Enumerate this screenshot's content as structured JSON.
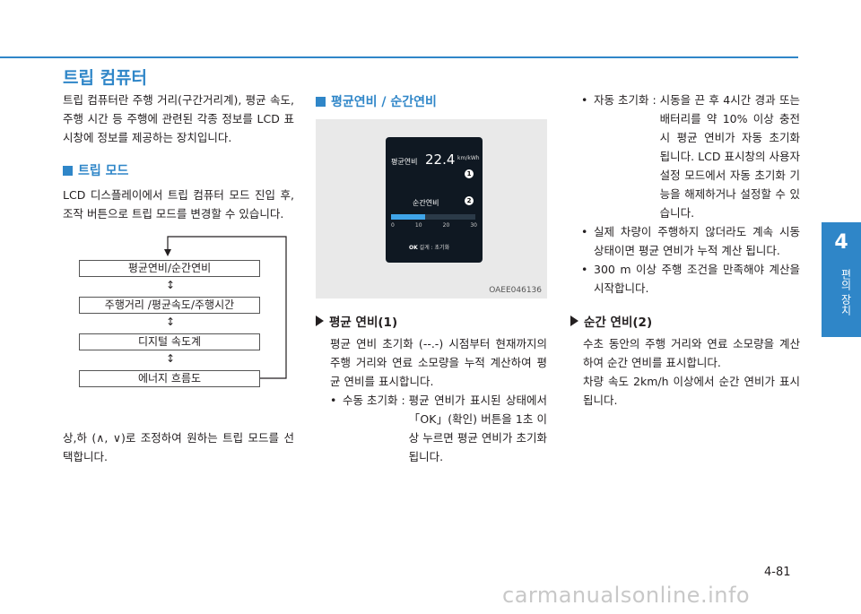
{
  "page": {
    "title": "트립 컴퓨터",
    "page_number": "4-81",
    "side_tab_number": "4",
    "side_tab_label": "편의 장치",
    "watermark": "carmanualsonline.info",
    "colors": {
      "accent": "#2f86c8",
      "text": "#231f20"
    }
  },
  "col1": {
    "intro": "트립 컴퓨터란 주행 거리(구간거리계), 평균 속도, 주행 시간 등 주행에 관련된 각종 정보를 LCD 표시창에 정보를 제공하는 장치입니다.",
    "section_title": "트립 모드",
    "section_text": "LCD 디스플레이에서 트립 컴퓨터 모드 진입 후, 조작 버튼으로 트립 모드를 변경할 수 있습니다.",
    "flow": [
      "평균연비/순간연비",
      "주행거리 /평균속도/주행시간",
      "디지털 속도계",
      "에너지 흐름도"
    ],
    "footer_text": "상,하 (∧, ∨)로 조정하여 원하는 트립 모드를 선택합니다."
  },
  "col2": {
    "section_title": "평균연비 / 순간연비",
    "image_code": "OAEE046136",
    "screen": {
      "avg_label": "평균연비",
      "avg_value": "22.4",
      "unit": "km/kWh",
      "inst_label": "순간연비",
      "scale": [
        "0",
        "10",
        "20",
        "30"
      ],
      "ok_hint": "길게 : 초기화",
      "ok_label": "OK",
      "callout1": "1",
      "callout2": "2"
    },
    "sub_title": "평균 연비(1)",
    "sub_text": "평균 연비 초기화 (--.-) 시점부터 현재까지의 주행 거리와 연료 소모량을 누적 계산하여 평균 연비를 표시합니다.",
    "bullet_label": "수동 초기화 :",
    "bullet_text": "평균 연비가 표시된 상태에서 「OK」(확인) 버튼을 1초 이상 누르면 평균 연비가 초기화 됩니다."
  },
  "col3": {
    "bullet1_label": "자동 초기화 :",
    "bullet1_text": "시동을 끈 후 4시간 경과 또는 배터리를 약 10% 이상 충전시 평균 연비가 자동 초기화 됩니다. LCD 표시창의 사용자 설정 모드에서 자동 초기화 기능을 해제하거나 설정할 수 있습니다.",
    "bullet2": "실제 차량이 주행하지 않더라도 계속 시동 상태이면 평균 연비가 누적 계산 됩니다.",
    "bullet3": "300 m 이상 주행 조건을 만족해야 계산을 시작합니다.",
    "sub_title": "순간 연비(2)",
    "sub_text1": "수초 동안의 주행 거리와 연료 소모량을 계산하여 순간 연비를 표시합니다.",
    "sub_text2": "차량 속도 2km/h 이상에서 순간 연비가 표시 됩니다."
  }
}
